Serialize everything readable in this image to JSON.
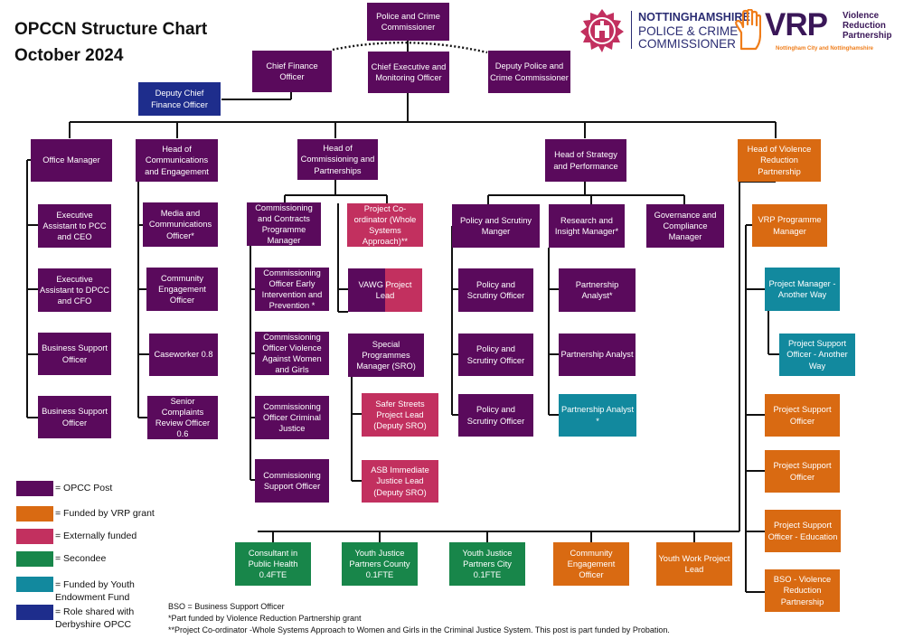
{
  "title": {
    "line1": "OPCCN Structure Chart",
    "line2": "October 2024"
  },
  "logos": {
    "pcc": {
      "line1": "NOTTINGHAMSHIRE",
      "line2": "POLICE & CRIME",
      "line3": "COMMISSIONER"
    },
    "vrp": {
      "acronym": "VRP",
      "line1": "Violence",
      "line2": "Reduction",
      "line3": "Partnership",
      "tagline": "Nottingham City and Nottinghamshire"
    }
  },
  "colors": {
    "opcc_post": "#5a0a5c",
    "vrp_grant": "#d96a12",
    "externally_funded": "#c2305f",
    "secondee": "#18864a",
    "youth_endowment_fund": "#12899e",
    "shared_derbyshire": "#1e2d8c"
  },
  "nodes": {
    "pcc": "Police and Crime Commissioner",
    "ceo": "Chief Executive and Monitoring Officer",
    "cfo": "Chief Finance Officer",
    "dpcc": "Deputy Police and Crime Commissioner",
    "dcfo": "Deputy Chief Finance Officer",
    "office_manager": "Office Manager",
    "ea_pcc": "Executive Assistant to PCC and CEO",
    "ea_dpcc": "Executive Assistant to DPCC and CFO",
    "bso1": "Business Support Officer",
    "bso2": "Business Support Officer",
    "head_comms": "Head of Communications and Engagement",
    "media": "Media and Communications Officer*",
    "community_eng": "Community Engagement Officer",
    "caseworker": "Caseworker 0.8",
    "senior_complaints": "Senior Complaints Review Officer 0.6",
    "head_commissioning": "Head of Commissioning and Partnerships",
    "ccpm": "Commissioning and Contracts Programme Manager",
    "co_eip": "Commissioning Officer Early Intervention and Prevention *",
    "co_vawg": "Commissioning Officer Violence Against Women and Girls",
    "co_cj": "Commissioning Officer Criminal Justice",
    "comm_support": "Commissioning Support Officer",
    "project_coord": "Project Co-ordinator (Whole Systems Approach)**",
    "vawg_lead": "VAWG Project Lead",
    "special_pm": "Special Programmes Manager (SRO)",
    "safer_streets": "Safer Streets Project Lead (Deputy SRO)",
    "asb_lead": "ASB Immediate Justice Lead (Deputy SRO)",
    "head_strategy": "Head of Strategy and Performance",
    "policy_manager": "Policy and Scrutiny Manger",
    "pso1": "Policy and Scrutiny Officer",
    "pso2": "Policy and Scrutiny Officer",
    "pso3": "Policy and Scrutiny Officer",
    "research_mgr": "Research and Insight Manager*",
    "pa1": "Partnership Analyst*",
    "pa2": "Partnership Analyst",
    "pa3": "Partnership Analyst *",
    "governance": "Governance and Compliance Manager",
    "head_vrp": "Head of Violence Reduction Partnership",
    "vrp_pm": "VRP Programme Manager",
    "pm_another_way": "Project Manager - Another Way",
    "pso_another_way": "Project Support Officer - Another Way",
    "pso_vrp1": "Project Support Officer",
    "pso_vrp2": "Project Support Officer",
    "pso_edu": "Project Support Officer - Education",
    "bso_vrp": "BSO - Violence Reduction Partnership",
    "consultant_ph": "Consultant in Public Health 0.4FTE",
    "yj_county": "Youth Justice Partners County 0.1FTE",
    "yj_city": "Youth Justice Partners City 0.1FTE",
    "community_eng_vrp": "Community Engagement Officer",
    "youth_work": "Youth Work Project Lead"
  },
  "legend": [
    {
      "label": "= OPCC Post",
      "color": "#5a0a5c"
    },
    {
      "label": "= Funded by VRP grant",
      "color": "#d96a12"
    },
    {
      "label": "= Externally funded",
      "color": "#c2305f"
    },
    {
      "label": "= Secondee",
      "color": "#18864a"
    },
    {
      "label": "= Funded by Youth Endowment Fund",
      "color": "#12899e"
    },
    {
      "label": "= Role shared with Derbyshire OPCC",
      "color": "#1e2d8c"
    }
  ],
  "notes": [
    "BSO = Business Support Officer",
    "*Part funded by Violence Reduction Partnership grant",
    "**Project Co-ordinator -Whole Systems Approach to Women and Girls in the Criminal Justice System. This post is part funded by Probation."
  ]
}
